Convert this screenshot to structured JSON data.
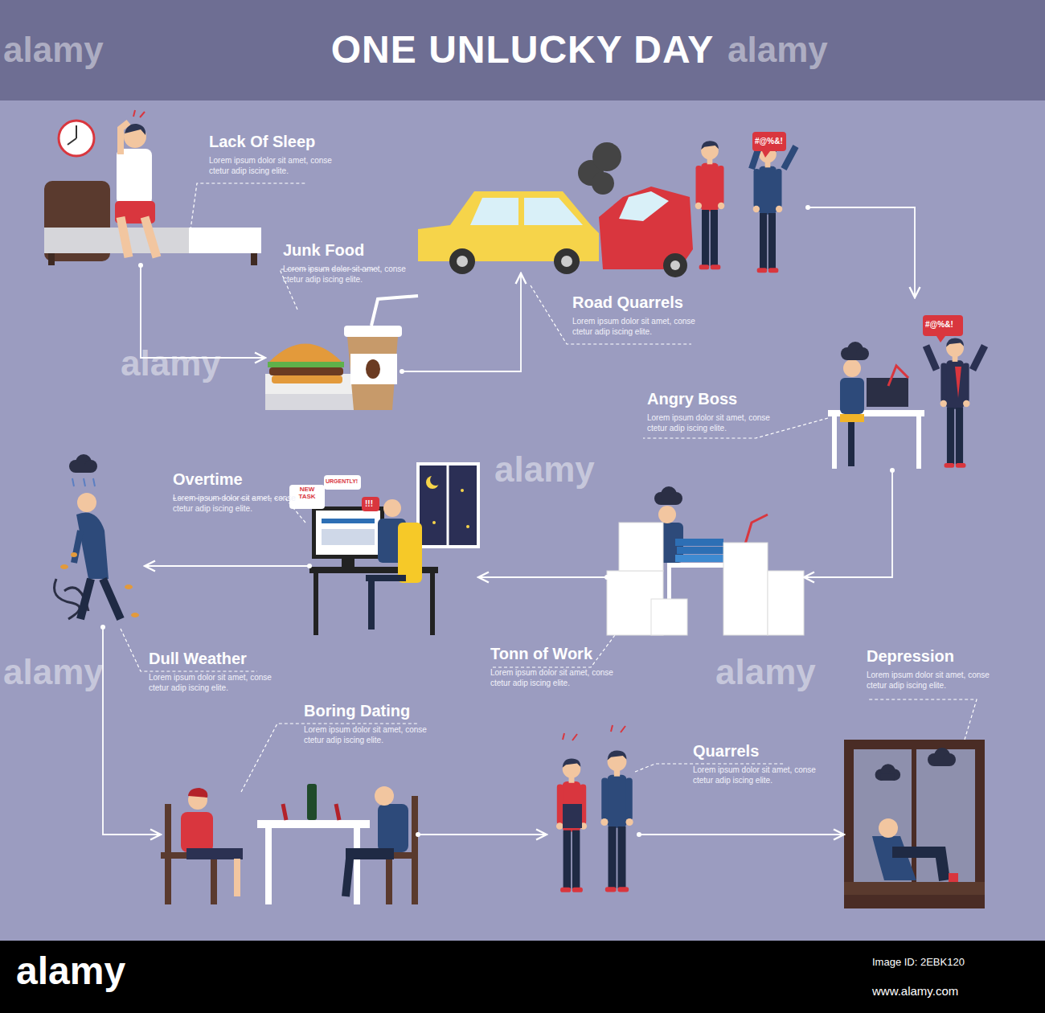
{
  "diagram": {
    "title": "ONE UNLUCKY DAY",
    "nodes": [
      {
        "text": [
          "Lack Of Sleep",
          "Lorem ipsum dolor sit amet, conse ctetur adip iscing elite."
        ]
      },
      {
        "text": [
          "Junk Food",
          "Lorem ipsum dolor sit amet, conse ctetur adip iscing elite."
        ]
      },
      {
        "text": [
          "Road Quarrels",
          "Lorem ipsum dolor sit amet, conse ctetur adip iscing elite."
        ]
      },
      {
        "text": [
          "Angry Boss",
          "Lorem ipsum dolor sit amet, conse ctetur adip iscing elite."
        ]
      },
      {
        "text": [
          "Tonn of Work",
          "Lorem ipsum dolor sit amet, conse ctetur adip iscing elite."
        ]
      },
      {
        "text": [
          "Overtime",
          "Lorem ipsum dolor sit amet, conse ctetur adip iscing elite."
        ]
      },
      {
        "text": [
          "Dull Weather",
          "Lorem ipsum dolor sit amet, conse ctetur adip iscing elite."
        ]
      },
      {
        "text": [
          "Boring Dating",
          "Lorem ipsum dolor sit amet, conse ctetur adip iscing elite."
        ]
      },
      {
        "text": [
          "Quarrels",
          "Lorem ipsum dolor sit amet, conse ctetur adip iscing elite."
        ]
      },
      {
        "text": [
          "Depression",
          "Lorem ipsum dolor sit amet, conse ctetur adip iscing elite."
        ]
      }
    ],
    "edges": [
      {
        "from": 0,
        "to": 1,
        "arrow": "to"
      },
      {
        "from": 1,
        "to": 2,
        "arrow": "to"
      },
      {
        "from": 2,
        "to": 3,
        "arrow": "to"
      },
      {
        "from": 3,
        "to": 4,
        "arrow": "to"
      },
      {
        "from": 4,
        "to": 5,
        "arrow": "to"
      },
      {
        "from": 5,
        "to": 6,
        "arrow": "to"
      },
      {
        "from": 6,
        "to": 7,
        "arrow": "to"
      },
      {
        "from": 7,
        "to": 8,
        "arrow": "to"
      },
      {
        "from": 8,
        "to": 9,
        "arrow": "to"
      }
    ],
    "labels": [
      "alamy",
      "alamy",
      "alamy",
      "alamy",
      "alamy",
      "alamy",
      "#@%&!",
      "#@%&!",
      "NEW TASK",
      "URGENTLY!",
      "!!!",
      "alamy",
      "Image ID: 2EBK120",
      "www.alamy.com"
    ]
  }
}
